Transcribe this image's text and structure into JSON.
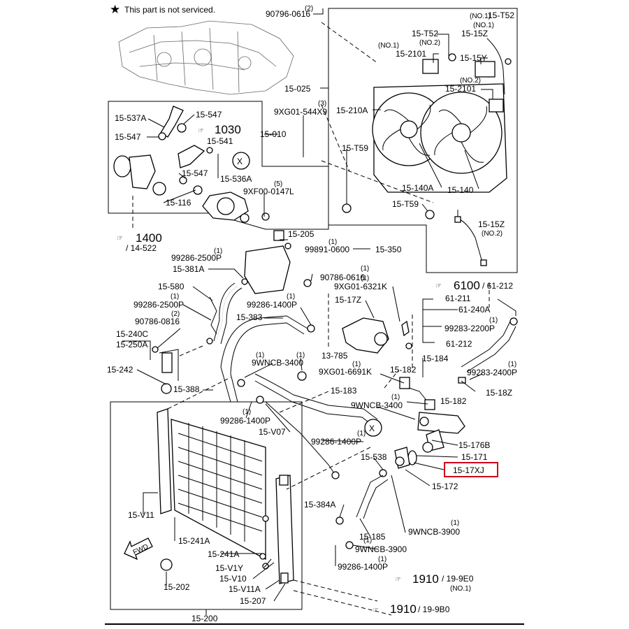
{
  "note": {
    "symbol": "★",
    "text": "This part is not serviced."
  },
  "highlight_color": "#d0021b",
  "labels": {
    "p90796_0616_top": "90796-0616",
    "p90796_0616_top_qty": "(2)",
    "p15_025": "15-025",
    "p15_t52_a": "15-T52",
    "p15_t52_a_no": "(NO.1)",
    "p15_15z_a": "15-15Z",
    "p15_15z_a_no": "(NO.1)",
    "p15_t52_b": "15-T52",
    "p15_t52_b_no": "(NO.2)",
    "p15_2101_a": "15-2101",
    "p15_2101_a_no": "(NO.1)",
    "p15_15y": "15-15Y",
    "p15_2101_b": "15-2101",
    "p15_2101_b_no": "(NO.2)",
    "p15_210a": "15-210A",
    "p15_t59_a": "15-T59",
    "p15_140a": "15-140A",
    "p15_140": "15-140",
    "p15_t59_b": "15-T59",
    "p15_15z_b": "15-15Z",
    "p15_15z_b_no": "(NO.2)",
    "p15_537a": "15-537A",
    "p15_547_a": "15-547",
    "p15_547_b": "15-547",
    "p15_541": "15-541",
    "p15_547_c": "15-547",
    "p15_536a": "15-536A",
    "p15_116": "15-116",
    "ref_1030": "1030",
    "p15_010": "15-010",
    "p9xg01_544x9": "9XG01-544X9",
    "p9xg01_544x9_qty": "(3)",
    "p9xf00_0147l": "9XF00-0147L",
    "p9xf00_0147l_qty": "(5)",
    "ref_1400": "1400",
    "ref_1400_sub": "/ 14-522",
    "p15_205": "15-205",
    "p99891_0600": "99891-0600",
    "p99891_0600_qty": "(1)",
    "p15_350": "15-350",
    "p99286_2500p_a": "99286-2500P",
    "p99286_2500p_a_qty": "(1)",
    "p15_381a": "15-381A",
    "p15_580": "15-580",
    "p99286_2500p_b": "99286-2500P",
    "p99286_2500p_b_qty": "(1)",
    "p90786_0816": "90786-0816",
    "p90786_0816_qty": "(2)",
    "p15_240c": "15-240C",
    "p15_250a": "15-250A",
    "p15_242": "15-242",
    "p15_388": "15-388",
    "p99286_1400p_a": "99286-1400P",
    "p99286_1400p_a_qty": "(1)",
    "p15_383": "15-383",
    "p90786_0616_b": "90786-0616",
    "p90786_0616_b_qty": "(1)",
    "p9xg01_6321k": "9XG01-6321K",
    "p9xg01_6321k_qty": "(1)",
    "p15_17z": "15-17Z",
    "p9wncb_3400_a": "9WNCB-3400",
    "p9wncb_3400_a_qty": "(1)",
    "p13_785": "13-785",
    "p9xg01_6691k": "9XG01-6691K",
    "p9xg01_6691k_qty": "(1)",
    "p15_182_a": "15-182",
    "p15_184": "15-184",
    "p15_183": "15-183",
    "p99286_1400p_b": "99286-1400P",
    "p99286_1400p_b_qty": "(1)",
    "p15_v07": "15-V07",
    "p9wncb_3400_b": "9WNCB-3400",
    "p9wncb_3400_b_qty": "(1)",
    "p15_182_b": "15-182",
    "p15_18z": "15-18Z",
    "ref_6100": "6100",
    "ref_6100_sub": "/ 61-212",
    "p61_211": "61-211",
    "p61_240a": "61-240A",
    "p99283_2200p": "99283-2200P",
    "p99283_2200p_qty": "(1)",
    "p61_212": "61-212",
    "p99283_2400p": "99283-2400P",
    "p99283_2400p_qty": "(1)",
    "p99286_1400p_c": "99286-1400P",
    "p99286_1400p_c_qty": "(1)",
    "p15_538": "15-538",
    "p15_176b": "15-176B",
    "p15_171": "15-171",
    "p15_17xj": "15-17XJ",
    "p15_172": "15-172",
    "p15_384a": "15-384A",
    "p15_185": "15-185",
    "p9wncb_3900_a": "9WNCB-3900",
    "p9wncb_3900_a_qty": "(1)",
    "p9wncb_3900_b": "9WNCB-3900",
    "p9wncb_3900_b_qty": "(1)",
    "p99286_1400p_d": "99286-1400P",
    "p99286_1400p_d_qty": "(1)",
    "p15_v11": "15-V11",
    "p15_241a_a": "15-241A",
    "p15_241a_b": "15-241A",
    "p15_v1y": "15-V1Y",
    "p15_v10": "15-V10",
    "p15_v11a": "15-V11A",
    "p15_207": "15-207",
    "p15_202": "15-202",
    "p15_200": "15-200",
    "ref_1910_a": "1910",
    "ref_1910_a_sub": "/ 19-9E0",
    "ref_1910_a_no": "(NO.1)",
    "ref_1910_b": "1910",
    "ref_1910_b_sub": "/ 19-9B0",
    "fwd": "FWD",
    "x_mark": "X"
  }
}
